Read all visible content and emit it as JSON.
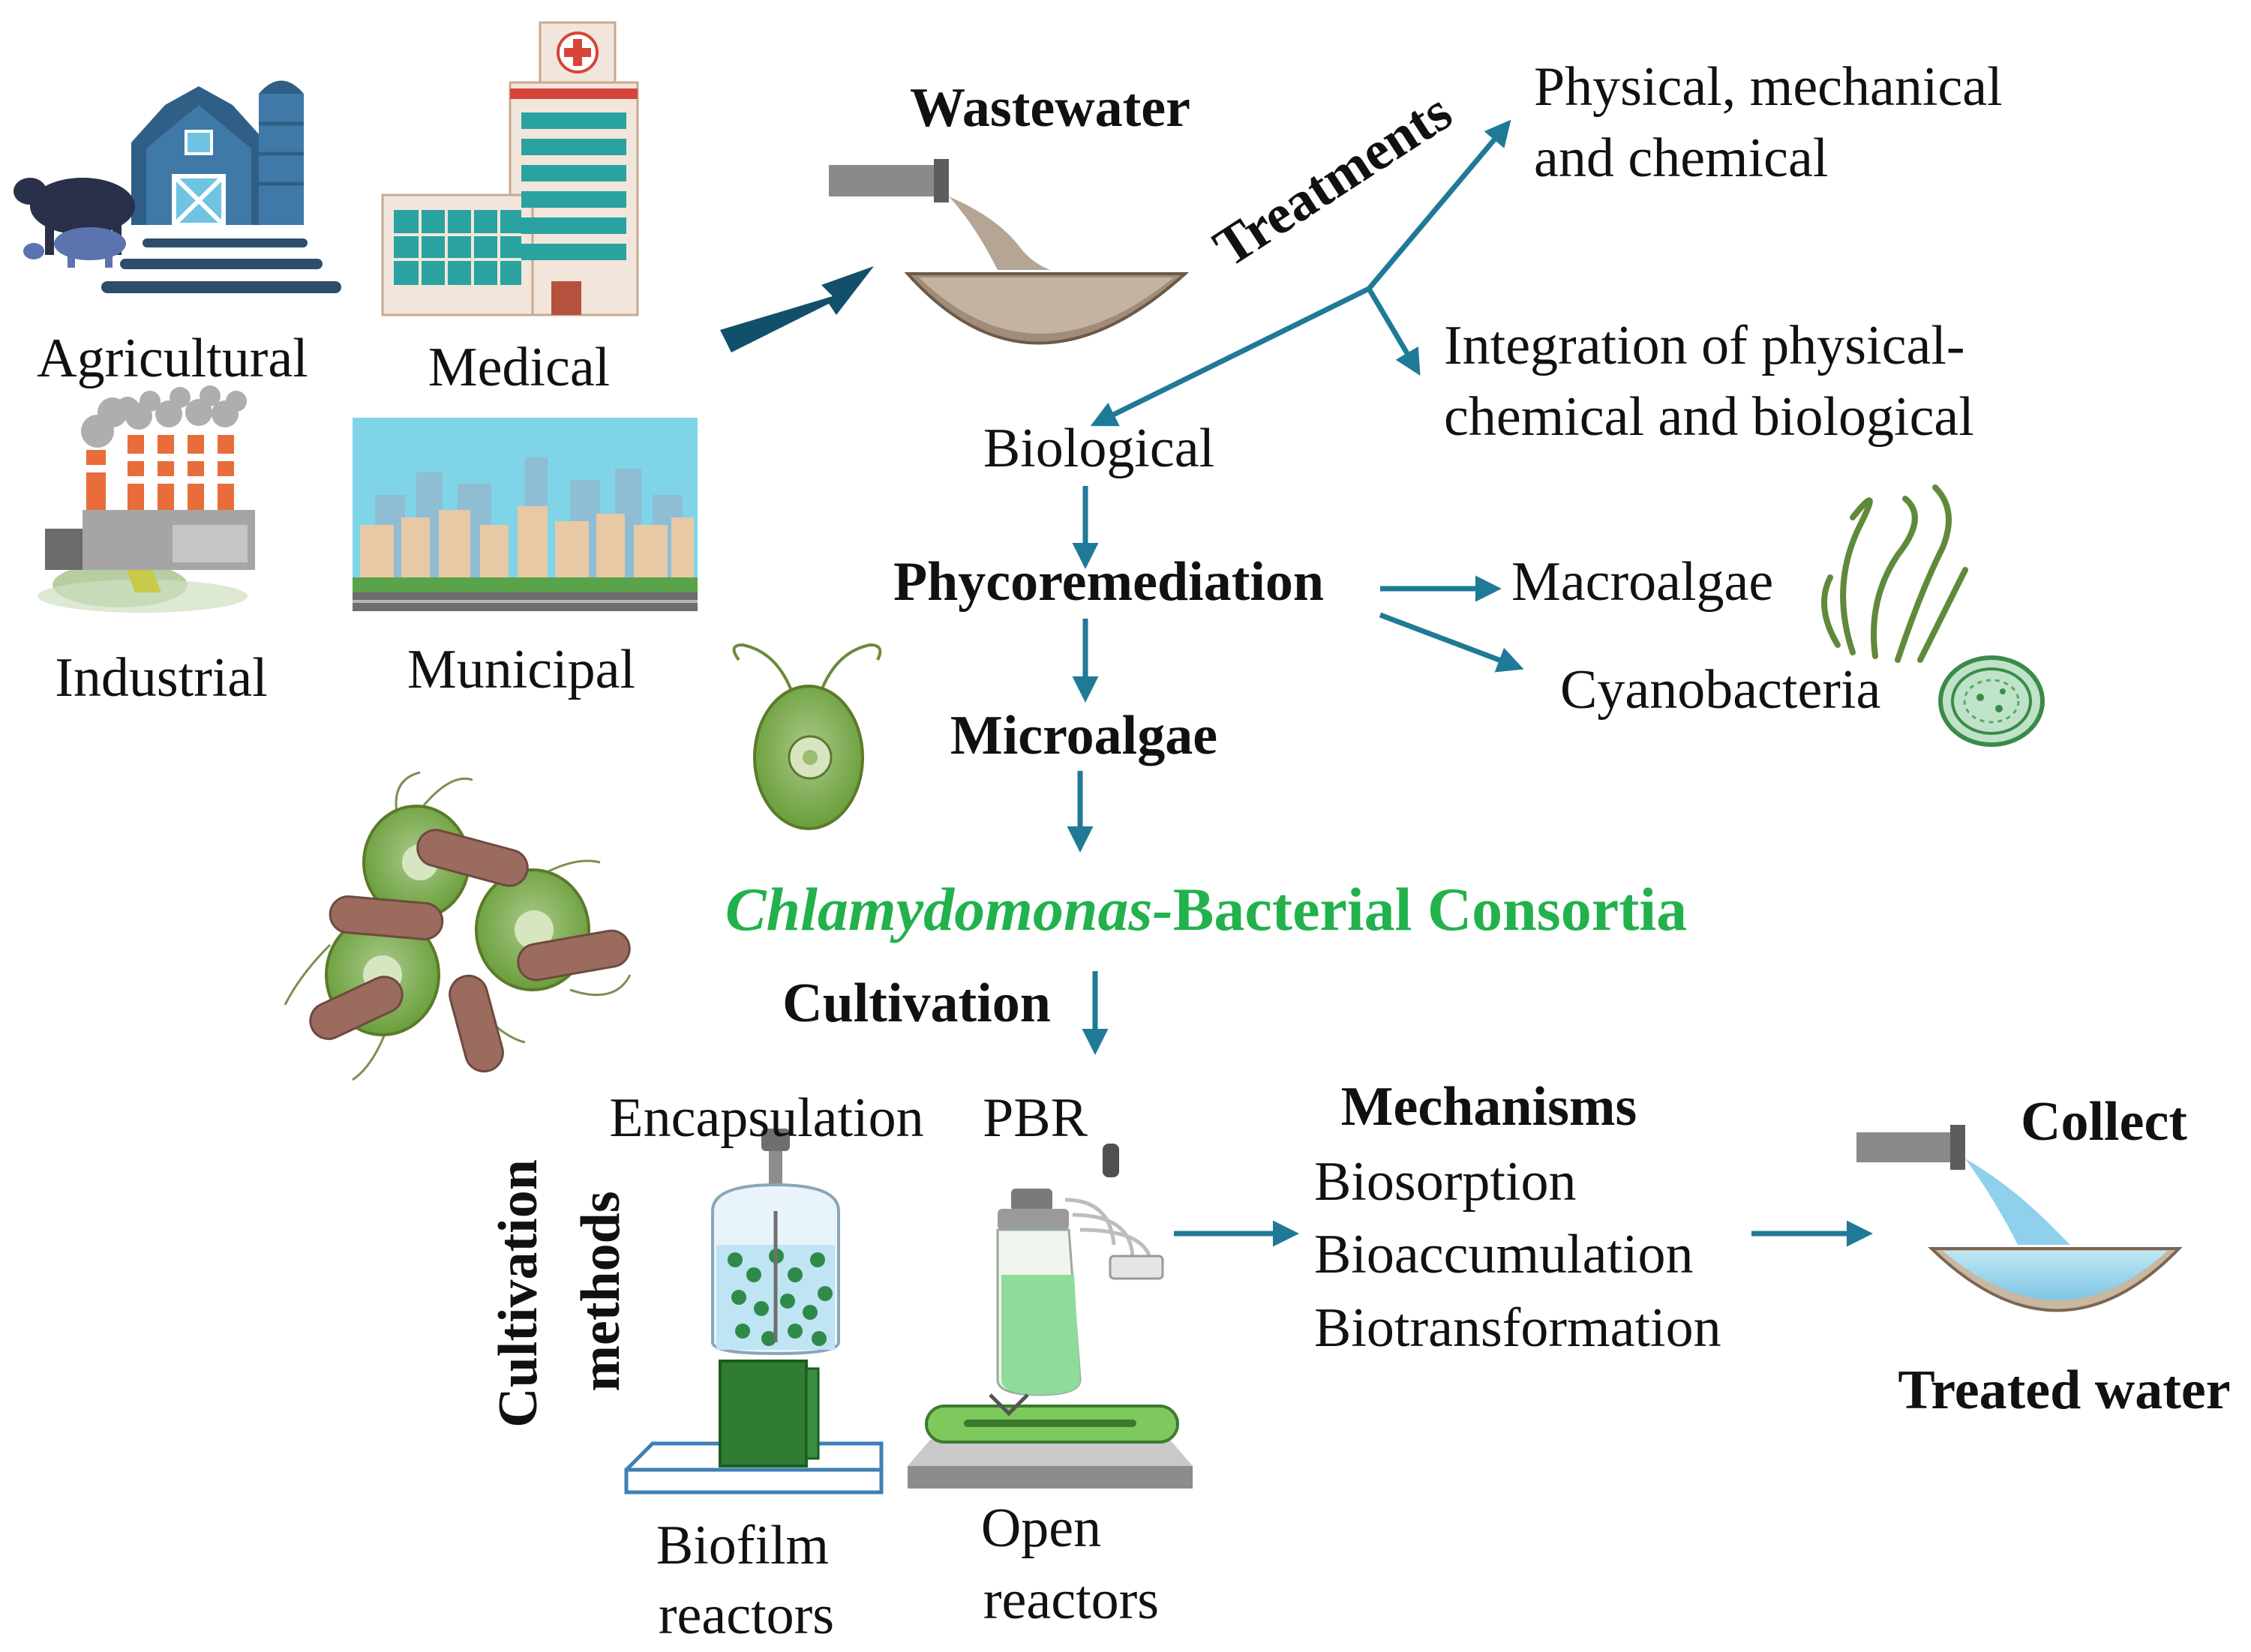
{
  "sources": {
    "agricultural": "Agricultural",
    "medical": "Medical",
    "industrial": "Industrial",
    "municipal": "Municipal"
  },
  "wastewater": "Wastewater",
  "treatments": {
    "title": "Treatments",
    "physical_line1": "Physical, mechanical",
    "physical_line2": "and chemical",
    "integration_line1": "Integration of physical-",
    "integration_line2": "chemical and biological",
    "biological": "Biological"
  },
  "phycoremediation": "Phycoremediation",
  "macroalgae": "Macroalgae",
  "cyanobacteria": "Cyanobacteria",
  "microalgae": "Microalgae",
  "consortia": {
    "italic_part": "Chlamydomonas-",
    "rest": "Bacterial Consortia"
  },
  "cultivation": "Cultivation",
  "cultivation_methods": {
    "line1": "Cultivation",
    "line2": "methods"
  },
  "reactors": {
    "encapsulation": "Encapsulation",
    "pbr": "PBR",
    "biofilm_line1": "Biofilm",
    "biofilm_line2": "reactors",
    "open_line1": "Open",
    "open_line2": "reactors"
  },
  "mechanisms": {
    "title": "Mechanisms",
    "items": [
      "Biosorption",
      "Bioaccumulation",
      "Biotransformation"
    ]
  },
  "collect": "Collect",
  "treated_water": "Treated water",
  "colors": {
    "arrow": "#1f7a97",
    "big_arrow": "#124f6b",
    "consortia_green": "#22b14c",
    "algae_green": "#6a9e3a"
  },
  "icons": [
    "barn-icon",
    "cow-icon",
    "hospital-icon",
    "factory-icon",
    "city-icon",
    "pipe-icon",
    "basin-icon",
    "chlamydomonas-icon",
    "consortia-cluster-icon",
    "seaweed-icon",
    "cyanobacteria-cell-icon",
    "encapsulation-vessel-icon",
    "biofilm-reactor-icon",
    "pbr-vessel-icon",
    "open-raceway-icon"
  ]
}
